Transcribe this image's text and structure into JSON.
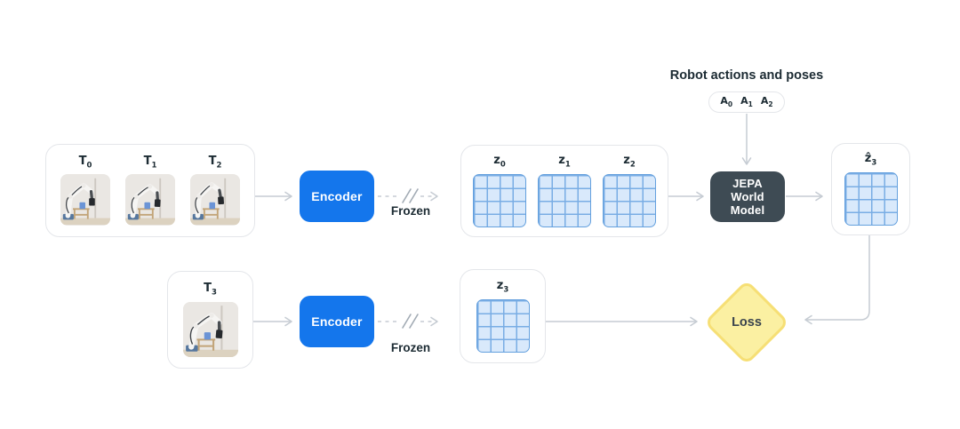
{
  "diagram": {
    "header": {
      "actions_title": "Robot actions and poses",
      "actions": [
        {
          "base": "A",
          "sub": "0"
        },
        {
          "base": "A",
          "sub": "1"
        },
        {
          "base": "A",
          "sub": "2"
        }
      ]
    },
    "context_frames": {
      "labels": [
        {
          "base": "T",
          "sub": "0"
        },
        {
          "base": "T",
          "sub": "1"
        },
        {
          "base": "T",
          "sub": "2"
        }
      ]
    },
    "encoder_top": {
      "label": "Encoder",
      "frozen": "Frozen"
    },
    "latents_top": {
      "labels": [
        {
          "base": "z",
          "sub": "0"
        },
        {
          "base": "z",
          "sub": "1"
        },
        {
          "base": "z",
          "sub": "2"
        }
      ]
    },
    "world_model": {
      "lines": [
        "JEPA",
        "World",
        "Model"
      ]
    },
    "predicted_latent": {
      "label": {
        "base": "ẑ",
        "sub": "3"
      }
    },
    "target_frame": {
      "label": {
        "base": "T",
        "sub": "3"
      }
    },
    "encoder_bottom": {
      "label": "Encoder",
      "frozen": "Frozen"
    },
    "latent_bottom": {
      "label": {
        "base": "z",
        "sub": "3"
      }
    },
    "loss": {
      "label": "Loss"
    },
    "latent_grid": {
      "rows": 4,
      "cols": 4
    },
    "colors": {
      "encoder_blue": "#1476EC",
      "world_model_dark": "#3E4B54",
      "loss_fill": "#FBF0A2",
      "loss_border": "#F6DF75",
      "latent_fill": "#D9E9FB",
      "latent_line": "#79ADE4",
      "connector": "#C6CCD3",
      "text": "#1C2B33"
    }
  }
}
